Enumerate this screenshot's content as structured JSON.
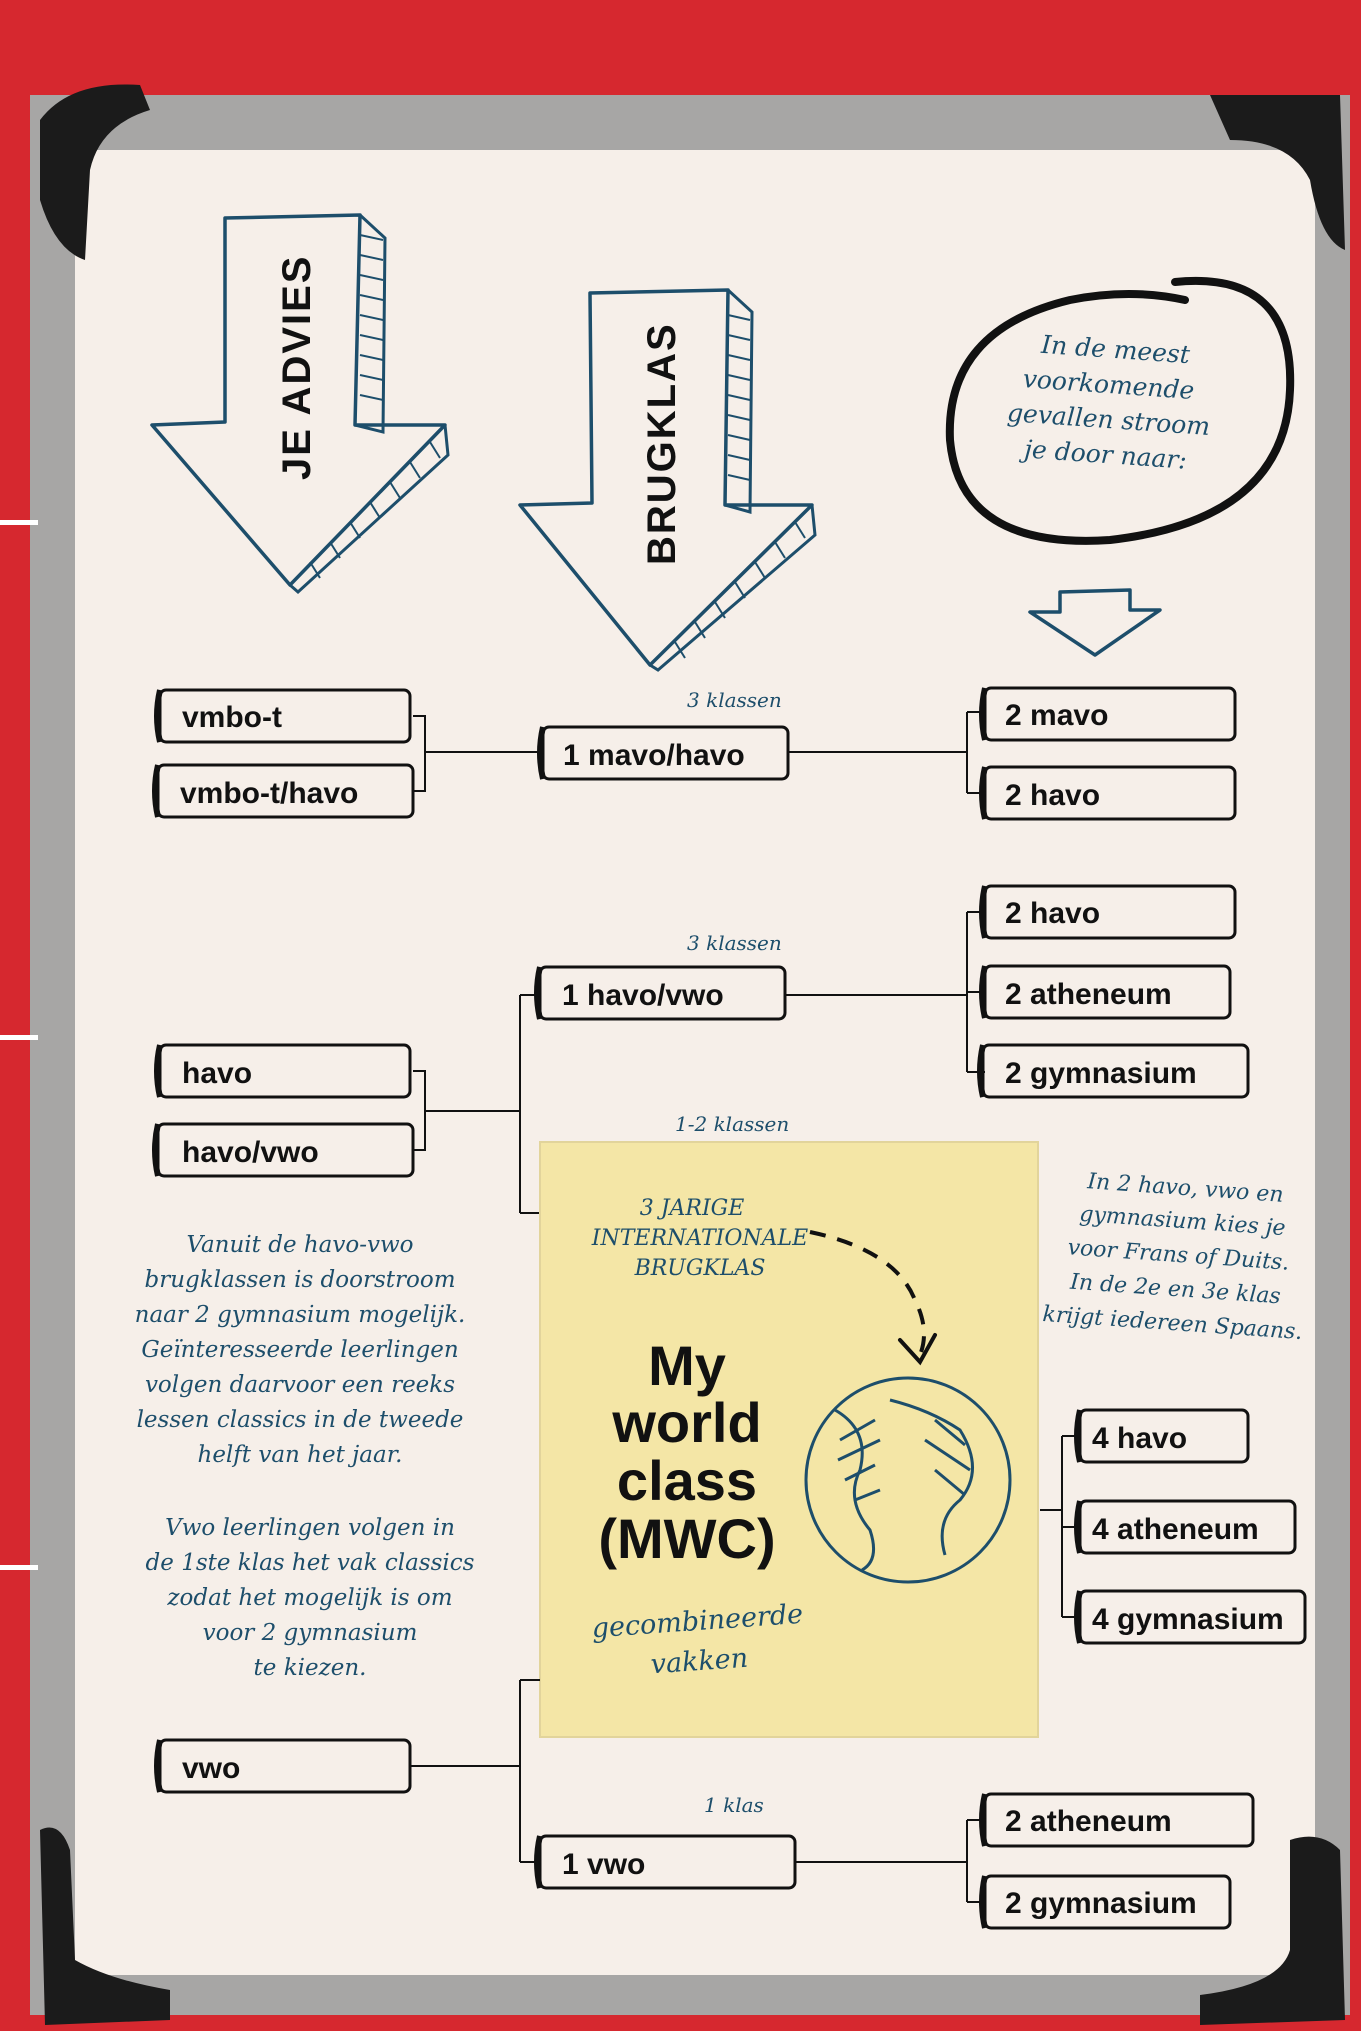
{
  "arrows": {
    "advice": "JE ADVIES",
    "brugklas": "BRUGKLAS"
  },
  "bubble_lines": [
    "In de meest",
    "voorkomende",
    "gevallen stroom",
    "je door naar:"
  ],
  "row1": {
    "advice": [
      "vmbo-t",
      "vmbo-t/havo"
    ],
    "count": "3 klassen",
    "brugklas": "1 mavo/havo",
    "results": [
      "2 mavo",
      "2 havo"
    ]
  },
  "row2": {
    "advice": [
      "havo",
      "havo/vwo"
    ],
    "count": "3 klassen",
    "brugklas": "1 havo/vwo",
    "results": [
      "2 havo",
      "2 atheneum",
      "2 gymnasium"
    ],
    "mwc_count": "1-2 klassen"
  },
  "mwc": {
    "subtitle_lines": [
      "3 JARIGE",
      "INTERNATIONALE",
      "BRUGKLAS"
    ],
    "title_lines": [
      "My",
      "world",
      "class",
      "(MWC)"
    ],
    "footer_lines": [
      "gecombineerde",
      "vakken"
    ],
    "results": [
      "4 havo",
      "4 atheneum",
      "4 gymnasium"
    ]
  },
  "notes": {
    "left_1": [
      "Vanuit de havo-vwo",
      "brugklassen is doorstroom",
      "naar 2 gymnasium mogelijk.",
      "Geïnteresseerde leerlingen",
      "volgen daarvoor een reeks",
      "lessen classics in de tweede",
      "helft van het jaar."
    ],
    "left_2": [
      "Vwo leerlingen volgen in",
      "de 1ste klas het vak classics",
      "zodat het mogelijk is om",
      "voor 2 gymnasium",
      "te kiezen."
    ],
    "right": [
      "In 2 havo, vwo en",
      "gymnasium kies je",
      "voor Frans of Duits.",
      "In de 2e en 3e klas",
      "krijgt iedereen Spaans."
    ]
  },
  "row3": {
    "advice": "vwo",
    "count": "1 klas",
    "brugklas": "1 vwo",
    "results": [
      "2 atheneum",
      "2 gymnasium"
    ]
  },
  "colors": {
    "background_red": "#d6282f",
    "board": "#f6efe9",
    "frame": "#a7a6a5",
    "ink_blue": "#1d4e6b",
    "sticky_note": "#f4e6a6"
  }
}
